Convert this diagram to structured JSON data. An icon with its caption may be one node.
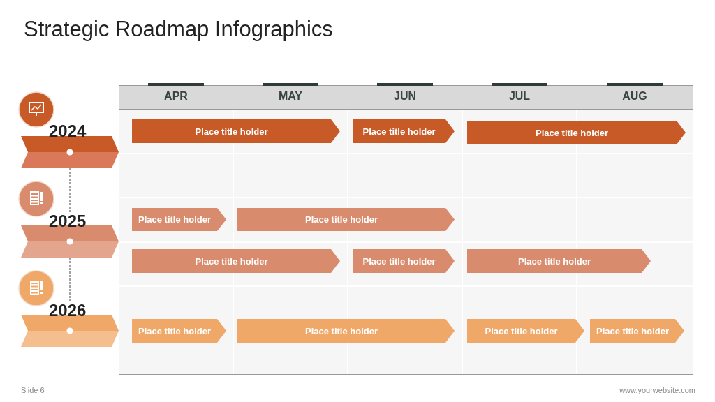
{
  "diagram": {
    "title": "Strategic Roadmap Infographics",
    "nodes": [
      {
        "text": [
          "2024"
        ]
      },
      {
        "text": [
          "Place title holder"
        ]
      },
      {
        "text": [
          "Place title holder"
        ]
      },
      {
        "text": [
          "Place title holder"
        ]
      },
      {
        "text": [
          "2025"
        ]
      },
      {
        "text": [
          "Place title holder"
        ]
      },
      {
        "text": [
          "Place title holder"
        ]
      },
      {
        "text": [
          "Place title holder"
        ]
      },
      {
        "text": [
          "Place title holder"
        ]
      },
      {
        "text": [
          "Place title holder"
        ]
      },
      {
        "text": [
          "2026"
        ]
      },
      {
        "text": [
          "Place title holder"
        ]
      },
      {
        "text": [
          "Place title holder"
        ]
      },
      {
        "text": [
          "Place title holder"
        ]
      },
      {
        "text": [
          "Place title holder"
        ]
      }
    ],
    "edges": [
      {
        "from": 0,
        "to": 4,
        "arrow": "none",
        "style": "dashed"
      },
      {
        "from": 4,
        "to": 10,
        "arrow": "none",
        "style": "dashed"
      }
    ],
    "labels": [
      "APR",
      "MAY",
      "JUN",
      "JUL",
      "AUG",
      "Slide 6",
      "www.yourwebsite.com"
    ]
  }
}
